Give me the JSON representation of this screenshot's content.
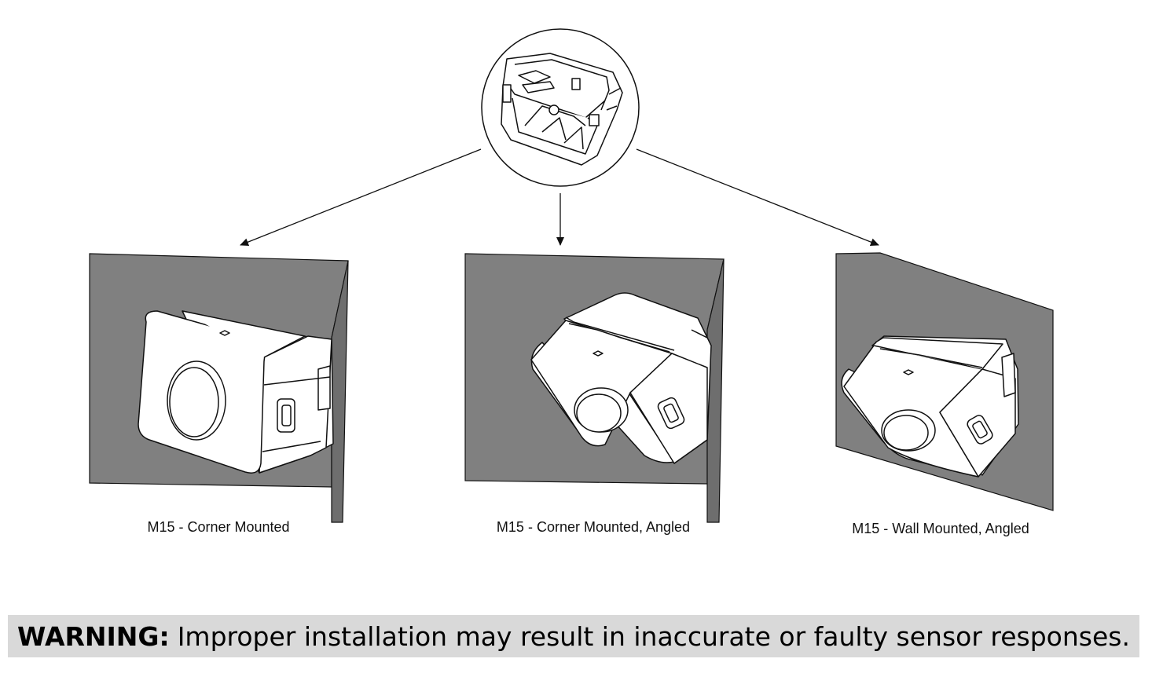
{
  "diagram": {
    "top_item": {
      "icon": "back-box-icon"
    },
    "views": [
      {
        "caption": "M15 - Corner Mounted",
        "icon": "sensor-corner-mounted-icon"
      },
      {
        "caption": "M15 - Corner Mounted, Angled",
        "icon": "sensor-corner-angled-icon"
      },
      {
        "caption": "M15 - Wall Mounted, Angled",
        "icon": "sensor-wall-angled-icon"
      }
    ]
  },
  "warning": {
    "label": "WARNING:",
    "text": "Improper installation may result in inaccurate or faulty sensor responses."
  },
  "colors": {
    "wall": "#808080",
    "corner_edge": "#6e6e6e",
    "line": "#111111",
    "warning_bg": "#d9d9d9"
  }
}
